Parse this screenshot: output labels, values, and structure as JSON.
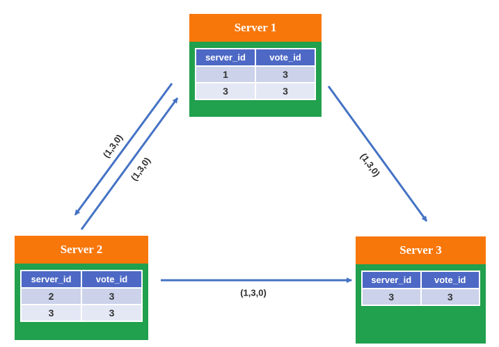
{
  "colors": {
    "background": "#FFFFFF",
    "orange_header": "#F8770B",
    "green_body": "#21A04D",
    "table_header_blue": "#4D69C5",
    "row_odd": "#CBD2EA",
    "row_even": "#E4E7F4",
    "arrow_blue": "#4472C4",
    "cell_text": "#333333",
    "title_text": "#FFFFFF",
    "header_text": "#FFFFFF"
  },
  "servers": [
    {
      "title": "Server 1",
      "columns": [
        "server_id",
        "vote_id"
      ],
      "rows": [
        [
          "1",
          "3"
        ],
        [
          "3",
          "3"
        ]
      ]
    },
    {
      "title": "Server 2",
      "columns": [
        "server_id",
        "vote_id"
      ],
      "rows": [
        [
          "2",
          "3"
        ],
        [
          "3",
          "3"
        ]
      ]
    },
    {
      "title": "Server 3",
      "columns": [
        "server_id",
        "vote_id"
      ],
      "rows": [
        [
          "3",
          "3"
        ]
      ]
    }
  ],
  "edges": [
    {
      "from": "Server 1",
      "to": "Server 2",
      "label": "(1,3,0)"
    },
    {
      "from": "Server 2",
      "to": "Server 1",
      "label": "(1,3,0)"
    },
    {
      "from": "Server 1",
      "to": "Server 3",
      "label": "(1,3,0)"
    },
    {
      "from": "Server 2",
      "to": "Server 3",
      "label": "(1,3,0)"
    }
  ]
}
